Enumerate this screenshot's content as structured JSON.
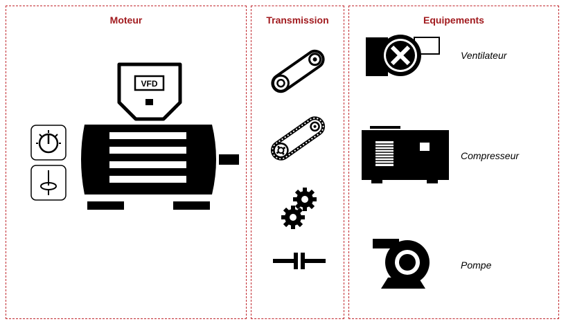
{
  "panels": {
    "moteur": {
      "title": "Moteur"
    },
    "transmission": {
      "title": "Transmission"
    },
    "equipements": {
      "title": "Equipements"
    }
  },
  "motor": {
    "vfd_label": "VFD"
  },
  "equipment": {
    "fan_label": "Ventilateur",
    "compressor_label": "Compresseur",
    "pump_label": "Pompe"
  },
  "colors": {
    "title": "#a11a1e",
    "border": "#c0272d",
    "icon": "#000000"
  },
  "icons": {
    "motor": "electric-motor-icon",
    "vfd": "vfd-drive-icon",
    "encoder": "encoder-gauge-icon",
    "sensor": "sensor-probe-icon",
    "belt": "belt-drive-icon",
    "chain": "chain-drive-icon",
    "gears": "gears-icon",
    "coupling": "coupling-icon",
    "fan": "fan-icon",
    "compressor": "compressor-icon",
    "pump": "pump-icon"
  }
}
